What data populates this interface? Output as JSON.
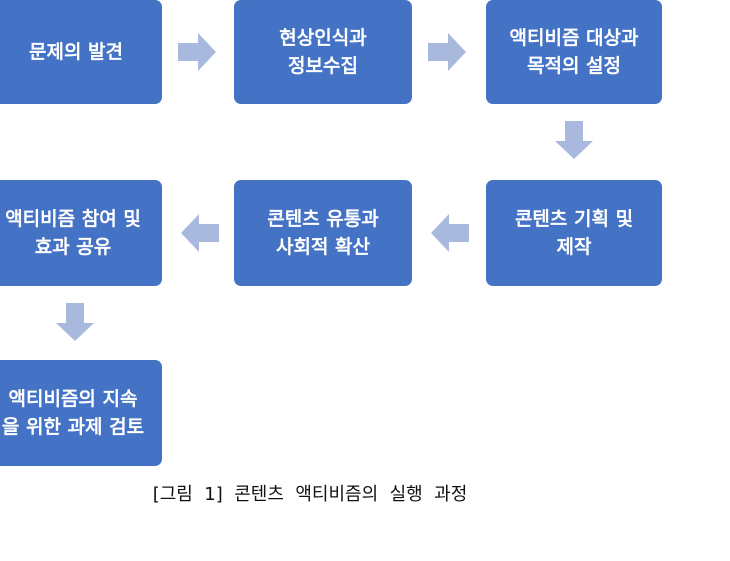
{
  "diagram": {
    "steps": [
      {
        "lines": [
          "문제의 발견"
        ]
      },
      {
        "lines": [
          "현상인식과",
          "정보수집"
        ]
      },
      {
        "lines": [
          "액티비즘 대상과",
          "목적의 설정"
        ]
      },
      {
        "lines": [
          "콘텐츠 기획 및",
          "제작"
        ]
      },
      {
        "lines": [
          "콘텐츠 유통과",
          "사회적 확산"
        ]
      },
      {
        "lines": [
          "액티비즘 참여 및",
          "효과 공유"
        ]
      },
      {
        "lines": [
          "액티비즘의 지속",
          "을 위한 과제 검토"
        ]
      }
    ],
    "colors": {
      "box": "#4472c4",
      "arrow": "#a9b9de",
      "text": "#ffffff"
    }
  },
  "caption": "[그림  1]  콘텐츠  액티비즘의  실행  과정"
}
